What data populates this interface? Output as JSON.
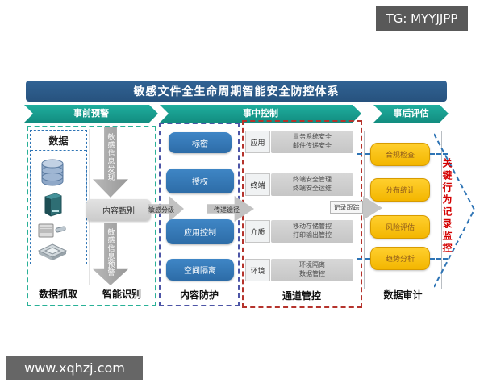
{
  "watermarks": {
    "top_right": "TG: MYYJJPP",
    "bottom_left": "www.xqhzj.com"
  },
  "title": "敏感文件全生命周期智能安全防控体系",
  "phases": [
    {
      "label": "事前预警"
    },
    {
      "label": "事中控制"
    },
    {
      "label": "事后评估"
    }
  ],
  "capture": {
    "header": "数据",
    "icons": [
      "database-icon",
      "server-icon",
      "storage-usb-icon",
      "network-switch-icon"
    ],
    "label": "数据抓取"
  },
  "identify": {
    "discover_arrow": "敏感信息发现",
    "screen_box": "内容甄别",
    "warn_arrow": "敏感信息预警",
    "label": "智能识别"
  },
  "connectors": {
    "grading": "敏感分级",
    "path": "传递途径",
    "tracking": "记录跟踪"
  },
  "protection": {
    "items": [
      "标密",
      "授权",
      "应用控制",
      "空间隔离"
    ],
    "label": "内容防护"
  },
  "channel": {
    "rows": [
      {
        "label": "应用",
        "line1": "业务系统安全",
        "line2": "邮件传递安全"
      },
      {
        "label": "终端",
        "line1": "终端安全管理",
        "line2": "终端安全运维"
      },
      {
        "label": "介质",
        "line1": "移动存储管控",
        "line2": "打印输出管控"
      },
      {
        "label": "环境",
        "line1": "环境隔离",
        "line2": "数据管控"
      }
    ],
    "label": "通道管控"
  },
  "audit": {
    "items": [
      "合规检查",
      "分布统计",
      "风险评估",
      "趋势分析"
    ],
    "label": "数据审计"
  },
  "side_note": "关键行为记录监控",
  "colors": {
    "title_bar": "#2b5d8f",
    "phase_arrow": "#189c8e",
    "protection_box": "#2e74b5",
    "audit_box": "#ffc000",
    "capture_border": "#29b197",
    "protection_border": "#4d55a6",
    "channel_border": "#b5332c",
    "audit_connector": "#2e74b5",
    "side_note_text": "#d40000"
  }
}
